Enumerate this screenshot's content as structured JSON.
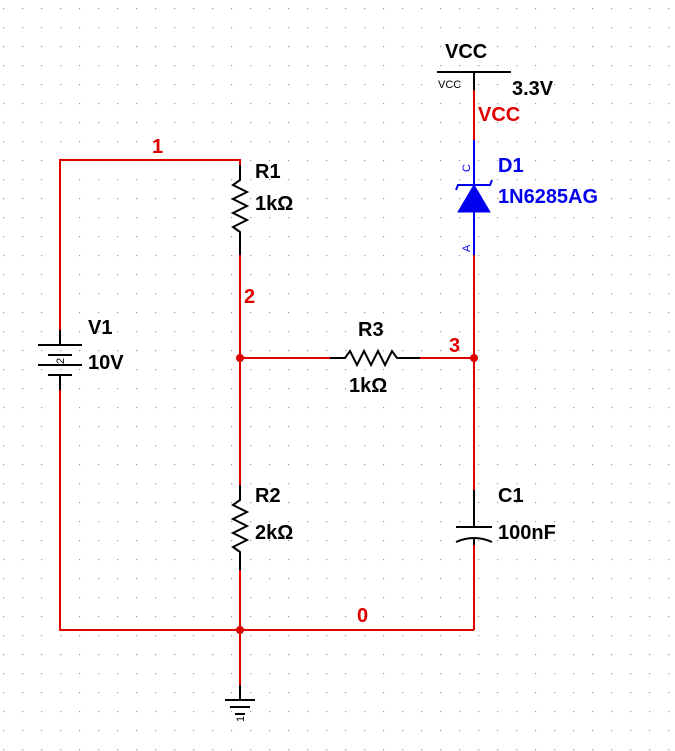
{
  "supply": {
    "name": "VCC",
    "value": "3.3V",
    "net_label": "VCC",
    "pin_label": "VCC"
  },
  "components": {
    "r1": {
      "ref": "R1",
      "value": "1kΩ"
    },
    "r2": {
      "ref": "R2",
      "value": "2kΩ"
    },
    "r3": {
      "ref": "R3",
      "value": "1kΩ"
    },
    "c1": {
      "ref": "C1",
      "value": "100nF"
    },
    "v1": {
      "ref": "V1",
      "value": "10V",
      "pin": "2"
    },
    "d1": {
      "ref": "D1",
      "value": "1N6285AG",
      "cathode_pin": "C",
      "anode_pin": "A"
    },
    "gnd": {
      "pin": "1"
    }
  },
  "nodes": {
    "n1": "1",
    "n2": "2",
    "n3": "3",
    "n0": "0"
  },
  "colors": {
    "wire": "#e00000",
    "diode": "#0000ee",
    "component": "#000000",
    "grid_dot": "#9a9a9a"
  }
}
